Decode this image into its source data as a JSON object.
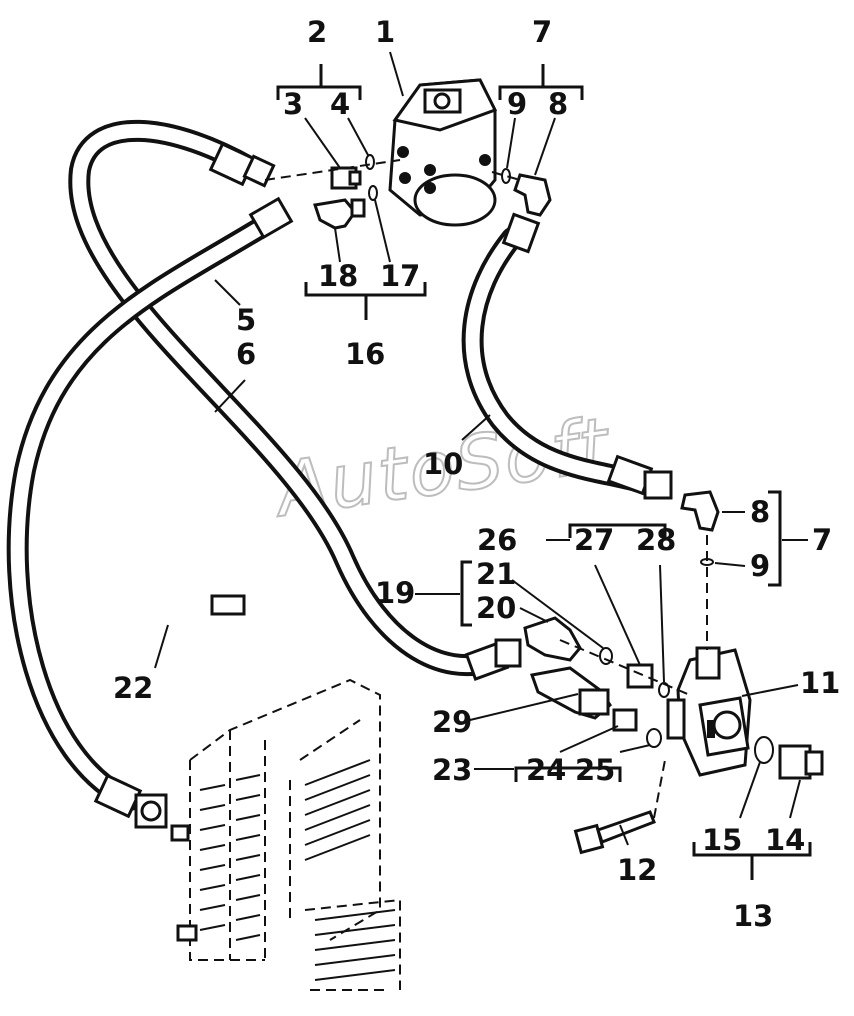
{
  "watermark": "AutoSoft",
  "callouts": [
    "1",
    "2",
    "3",
    "4",
    "5",
    "6",
    "7",
    "8",
    "9",
    "10",
    "11",
    "12",
    "13",
    "14",
    "15",
    "16",
    "17",
    "18",
    "19",
    "20",
    "21",
    "22",
    "23",
    "24",
    "25",
    "26",
    "27",
    "28",
    "29"
  ],
  "callouts_repeat": [
    "7",
    "8",
    "9"
  ]
}
